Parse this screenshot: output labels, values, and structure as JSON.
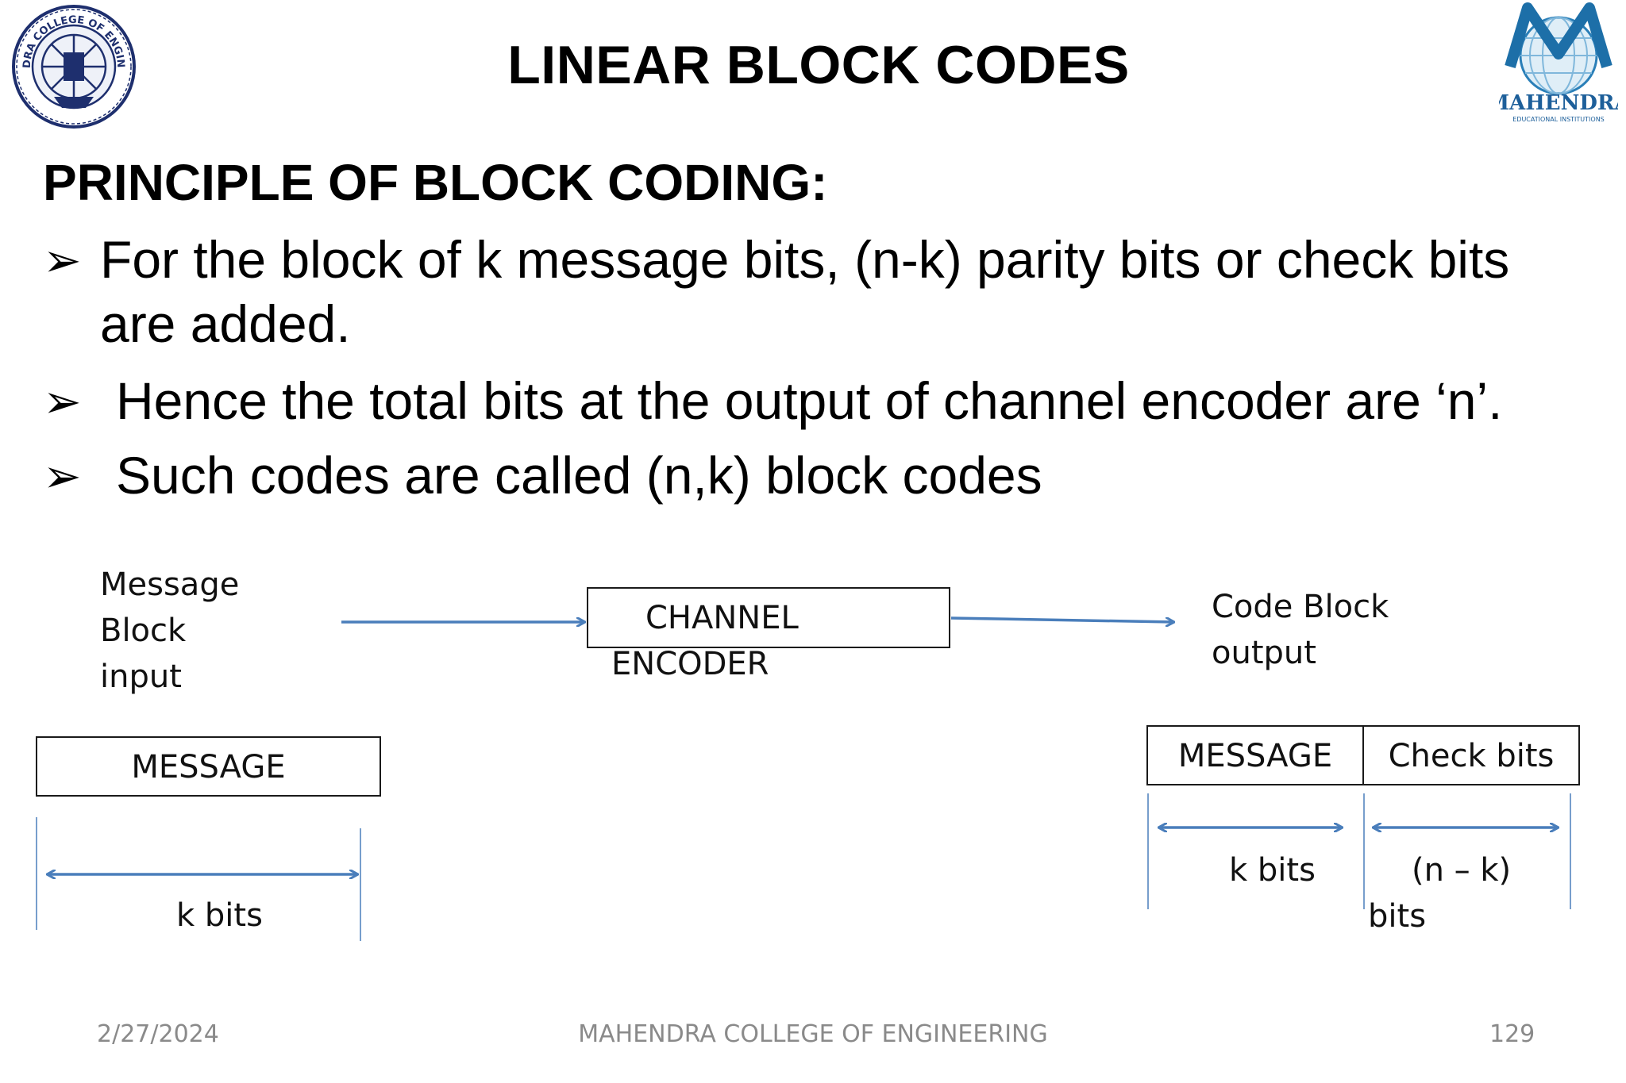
{
  "slide": {
    "title": "LINEAR BLOCK CODES",
    "subtitle": "PRINCIPLE OF BLOCK CODING:",
    "bullets": [
      "For the block of k message bits, (n-k) parity bits or check bits",
      "are added.",
      "Hence the total bits at the output of channel encoder are ‘n’.",
      "Such codes are called (n,k) block codes"
    ],
    "bullet_marker": "➢"
  },
  "diagram": {
    "input_label": [
      "Message",
      "Block",
      "input"
    ],
    "encoder_label": [
      "CHANNEL",
      "ENCODER"
    ],
    "output_label": [
      "Code Block",
      "output"
    ],
    "left_box": "MESSAGE",
    "left_bits": "k bits",
    "right_box_message": "MESSAGE",
    "right_box_check": "Check bits",
    "right_k_bits": "k bits",
    "right_nk_bits": [
      "(n – k)",
      "bits"
    ],
    "arrow_color": "#4a7ebb"
  },
  "logos": {
    "left_text": "MAHENDRA COLLEGE OF ENGINEERING",
    "right_text": "MAHENDRA",
    "right_subtext": "EDUCATIONAL INSTITUTIONS"
  },
  "footer": {
    "date": "2/27/2024",
    "center": "MAHENDRA COLLEGE OF ENGINEERING",
    "page": "129"
  }
}
